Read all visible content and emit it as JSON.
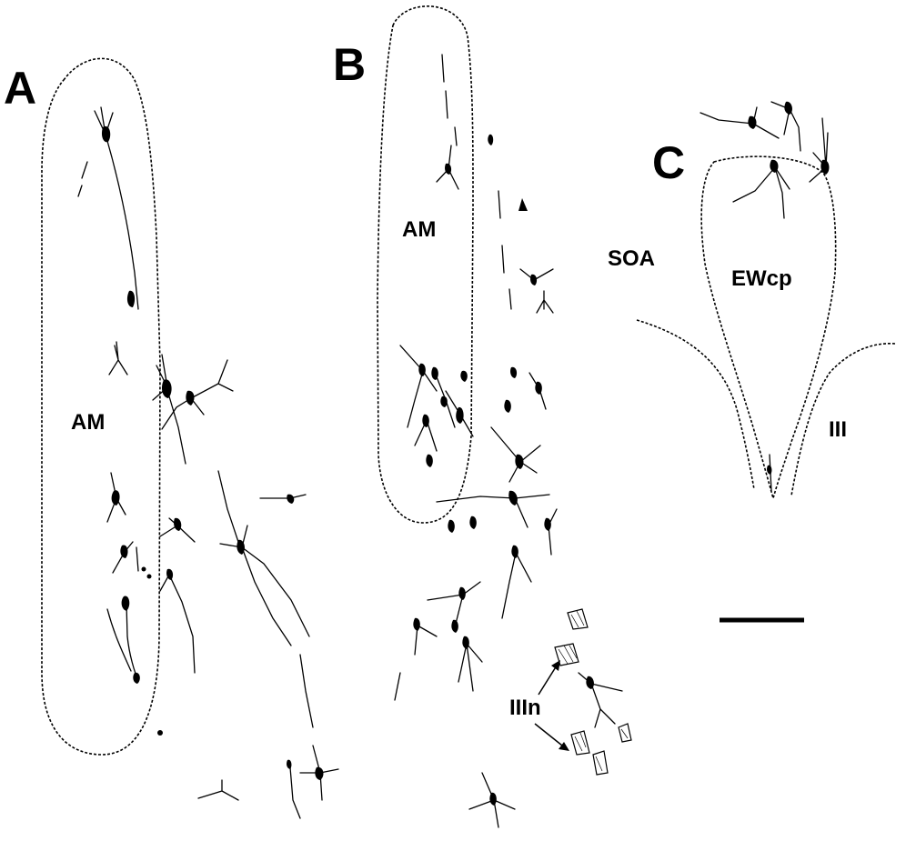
{
  "panels": [
    {
      "letter": "A",
      "region": "AM"
    },
    {
      "letter": "B",
      "region": "AM",
      "root_label": "IIIn"
    },
    {
      "letter": "C",
      "regions": {
        "center": "EWcp",
        "left": "SOA",
        "right": "III"
      }
    }
  ],
  "colors": {
    "ink": "#000000",
    "background": "#ffffff"
  }
}
